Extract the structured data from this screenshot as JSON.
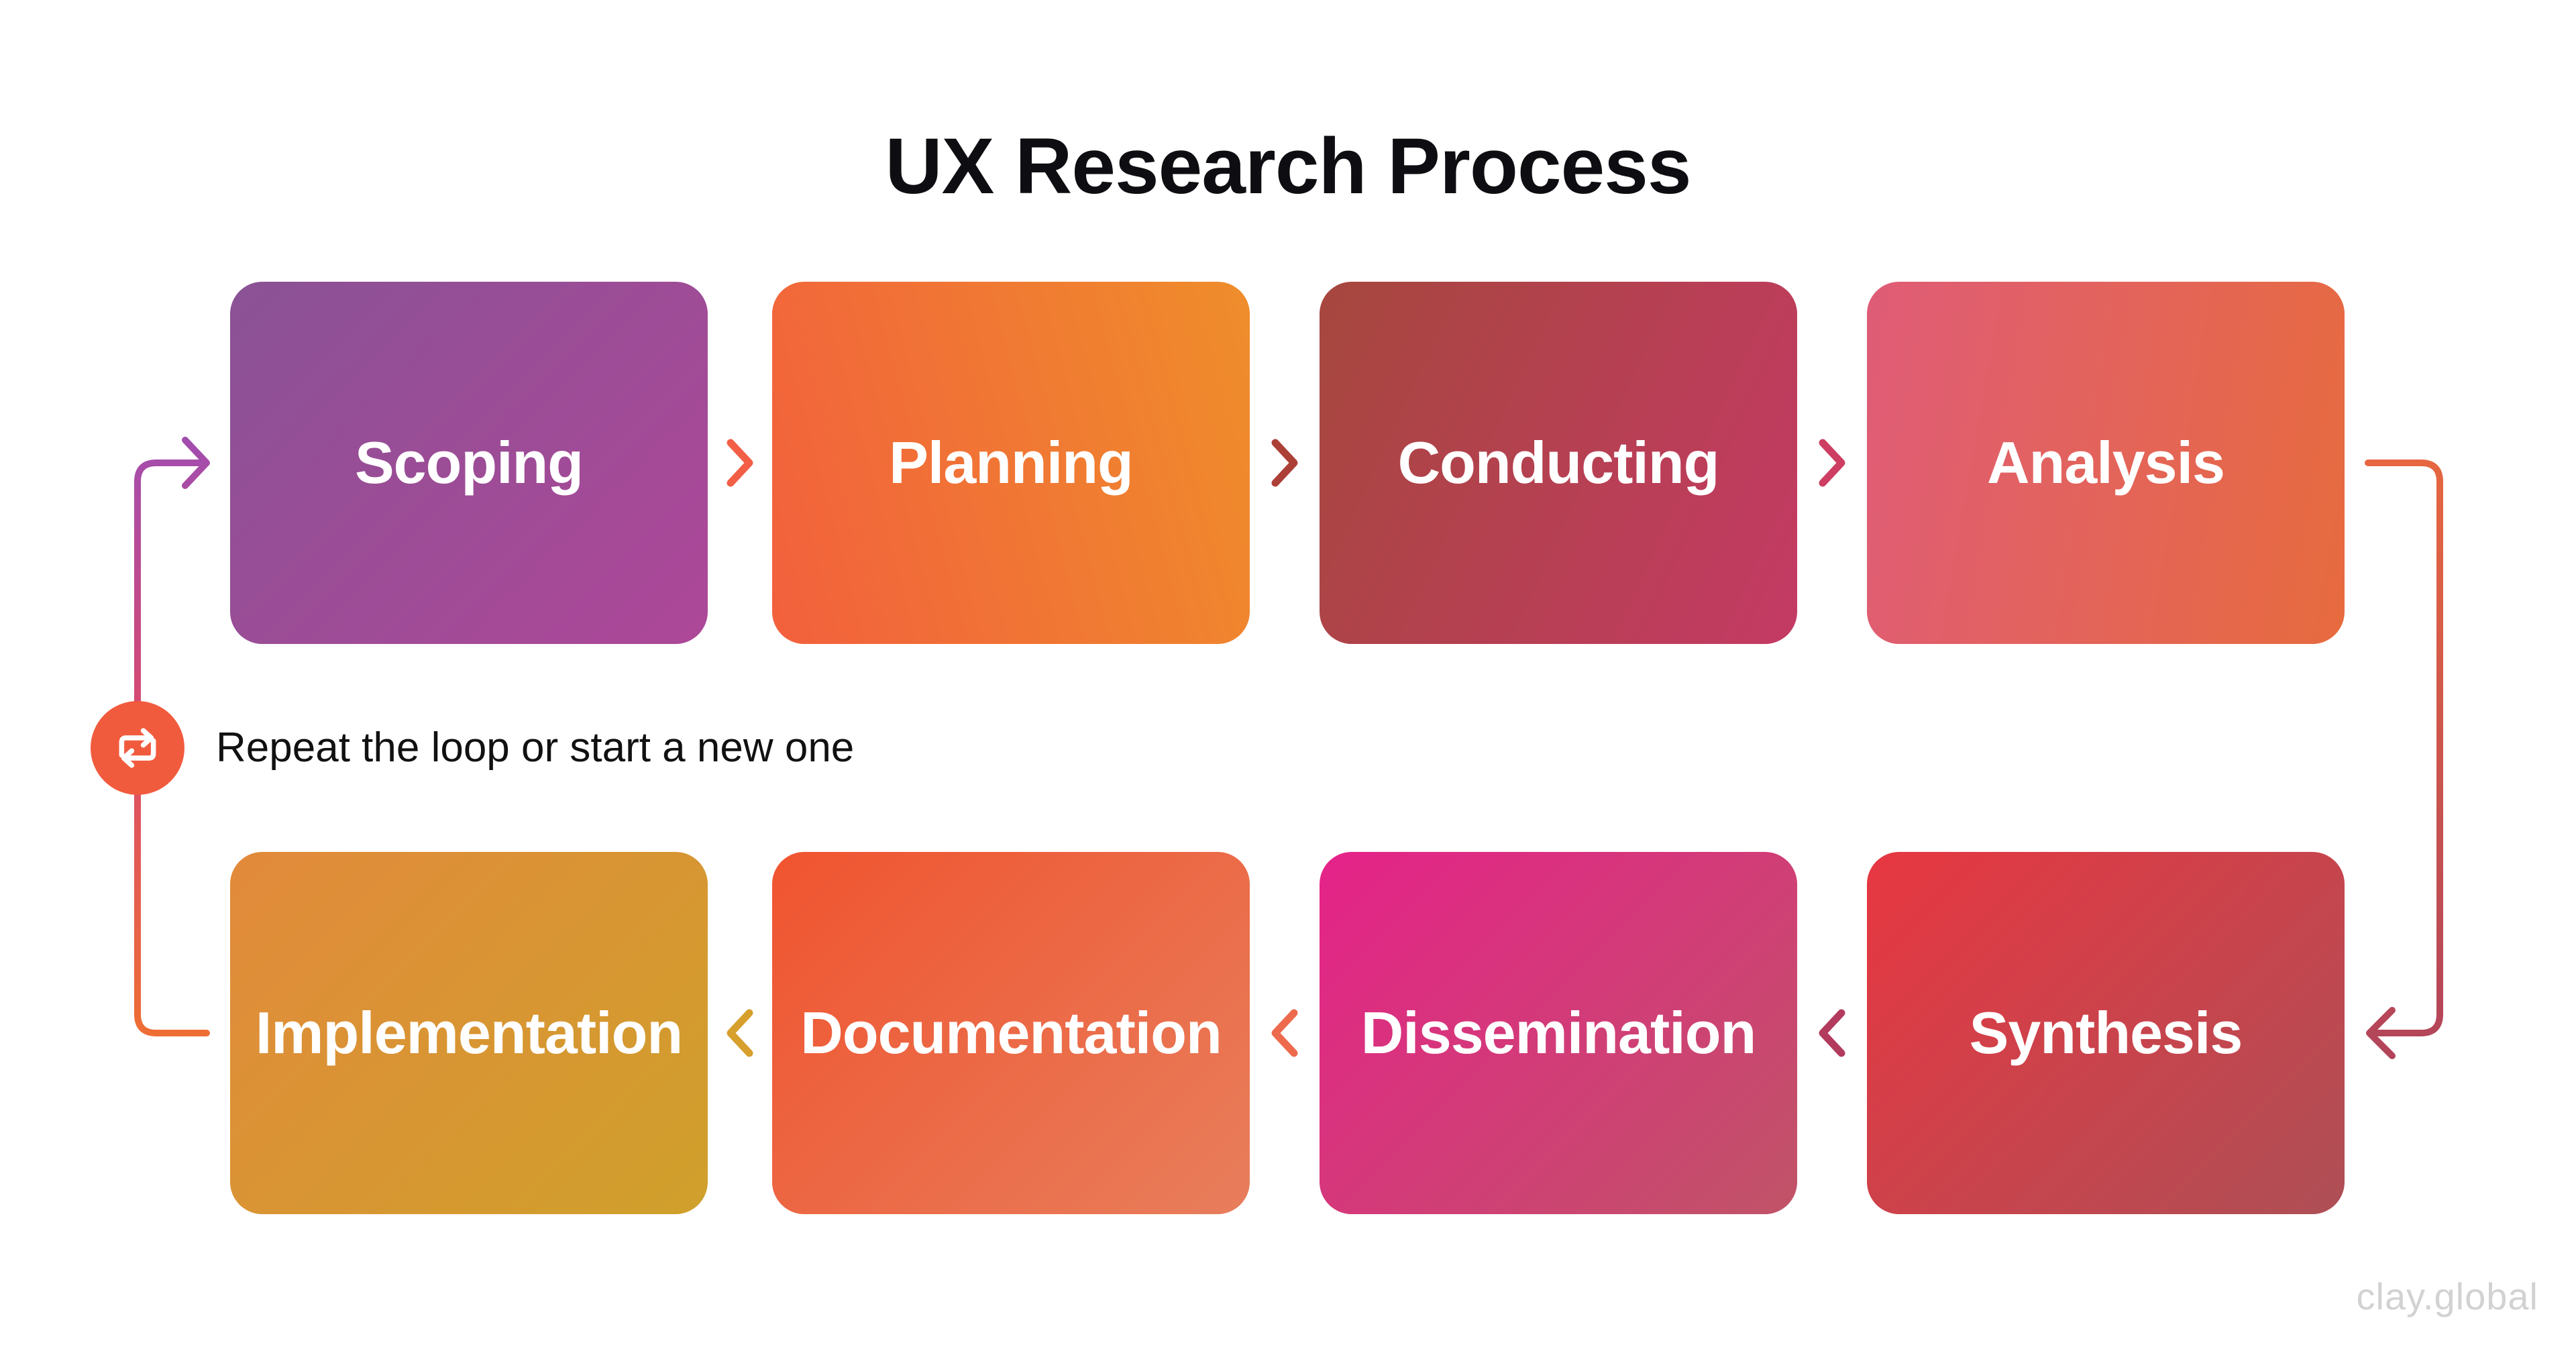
{
  "title": "UX Research Process",
  "steps": [
    {
      "label": "Scoping",
      "row": 1,
      "col": 1,
      "angle": 135,
      "from": "#8a5295",
      "to": "#ae4798"
    },
    {
      "label": "Planning",
      "row": 1,
      "col": 2,
      "angle": 75,
      "from": "#f2603d",
      "to": "#ef8d2b"
    },
    {
      "label": "Conducting",
      "row": 1,
      "col": 3,
      "angle": 115,
      "from": "#a6473e",
      "to": "#c43a64"
    },
    {
      "label": "Analysis",
      "row": 1,
      "col": 4,
      "angle": 100,
      "from": "#df5c77",
      "to": "#e76b3e"
    },
    {
      "label": "Synthesis",
      "row": 2,
      "col": 4,
      "angle": 135,
      "from": "#e73741",
      "to": "#ae4f56"
    },
    {
      "label": "Dissemination",
      "row": 2,
      "col": 3,
      "angle": 135,
      "from": "#e52289",
      "to": "#c05467"
    },
    {
      "label": "Documentation",
      "row": 2,
      "col": 2,
      "angle": 135,
      "from": "#f0542f",
      "to": "#e87e5c"
    },
    {
      "label": "Implementation",
      "row": 2,
      "col": 1,
      "angle": 135,
      "from": "#e28a3b",
      "to": "#cfa02b"
    }
  ],
  "flow_note": {
    "text": "Repeat the loop or start a new one",
    "icon": "repeat-icon",
    "badge_color": "#f15b3d"
  },
  "chevrons": {
    "top": [
      {
        "between": "Scoping-Planning",
        "direction": "right",
        "color": "#f25f46"
      },
      {
        "between": "Planning-Conducting",
        "direction": "right",
        "color": "#ac4037"
      },
      {
        "between": "Conducting-Analysis",
        "direction": "right",
        "color": "#cd3e62"
      }
    ],
    "bottom": [
      {
        "between": "Documentation-Implementation",
        "direction": "left",
        "color": "#d79f2b"
      },
      {
        "between": "Dissemination-Documentation",
        "direction": "left",
        "color": "#ed6a4d"
      },
      {
        "between": "Synthesis-Dissemination",
        "direction": "left",
        "color": "#b23b5e"
      }
    ]
  },
  "connectors": {
    "left_loop": {
      "stops": [
        "#a24caf",
        "#d84a6f",
        "#f0702f"
      ]
    },
    "right_loop": {
      "stops": [
        "#e7683f",
        "#b2445a"
      ]
    }
  },
  "watermark": "clay.global"
}
